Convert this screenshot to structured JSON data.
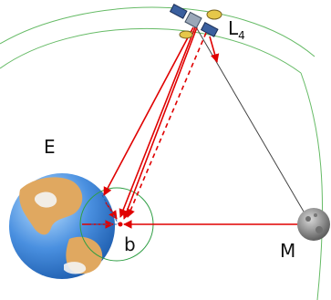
{
  "labels": {
    "earth": "E",
    "moon": "M",
    "barycenter": "b",
    "lagrange_point": "L",
    "lagrange_subscript": "4"
  },
  "colors": {
    "background": "#ffffff",
    "orbit": "#66bb66",
    "force_arrow": "#e00000",
    "ocean": "#4a90e0",
    "land": "#e0a860",
    "clouds": "#f4f4f4",
    "moon": "#9a9a9a",
    "triangle_edge": "#444444"
  },
  "icons": {
    "satellite": "satellite-icon",
    "earth": "earth-globe-icon",
    "moon": "moon-icon"
  }
}
